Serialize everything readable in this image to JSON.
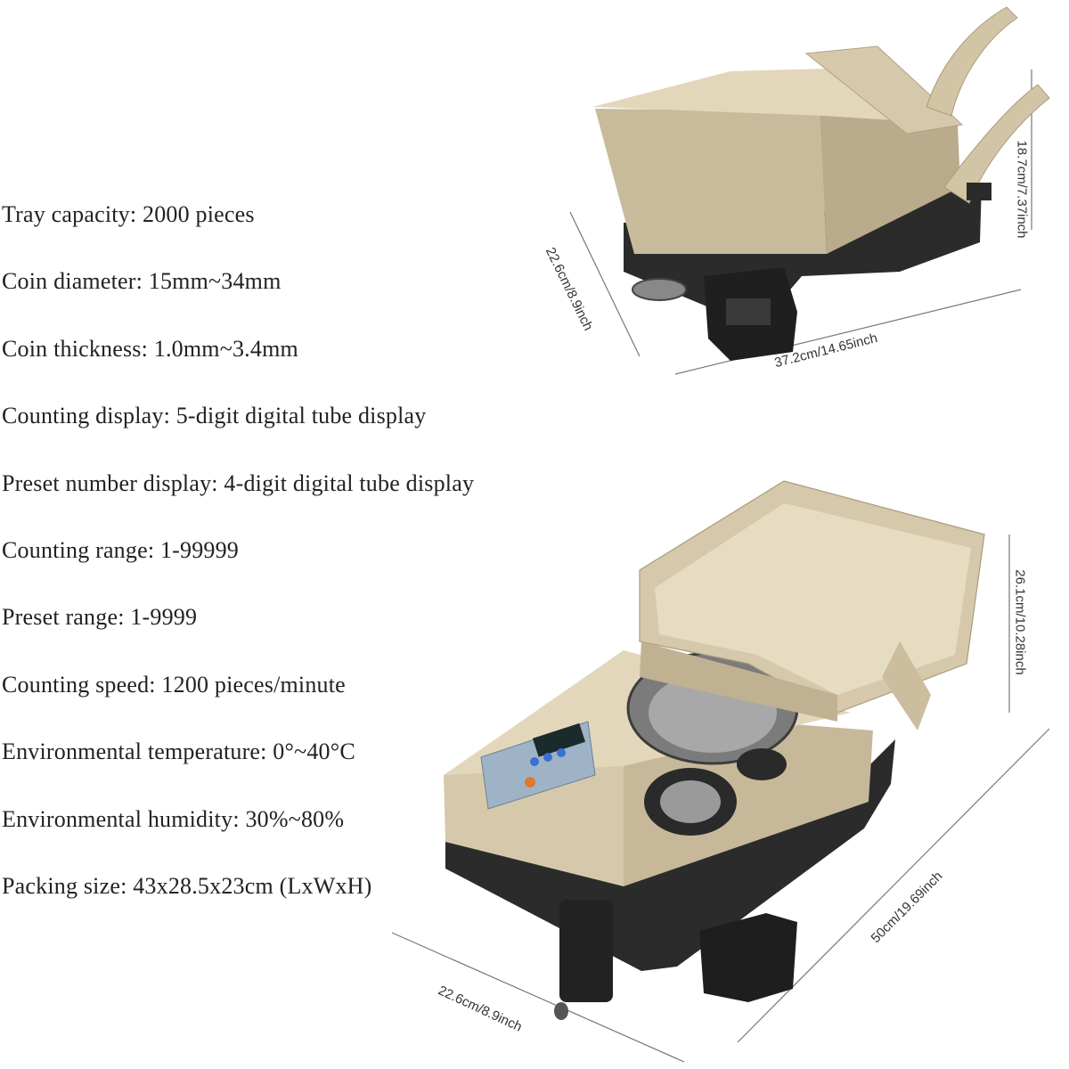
{
  "specs": [
    {
      "label": "Tray capacity",
      "value": "2000 pieces"
    },
    {
      "label": "Coin diameter",
      "value": "15mm~34mm"
    },
    {
      "label": "Coin thickness",
      "value": "1.0mm~3.4mm"
    },
    {
      "label": "Counting display",
      "value": "5-digit digital tube display"
    },
    {
      "label": "Preset number display",
      "value": "4-digit digital tube display"
    },
    {
      "label": "Counting range",
      "value": "1-99999"
    },
    {
      "label": "Preset range",
      "value": "1-9999"
    },
    {
      "label": "Counting speed",
      "value": "1200 pieces/minute"
    },
    {
      "label": "Environmental temperature",
      "value": "0°~40°C"
    },
    {
      "label": "Environmental humidity",
      "value": "30%~80%"
    },
    {
      "label": "Packing size",
      "value": "43x28.5x23cm (LxWxH)"
    }
  ],
  "dimensions": {
    "top_height": "18.7cm/7.37inch",
    "top_depth": "22.6cm/8.9inch",
    "top_width": "37.2cm/14.65inch",
    "bottom_height": "26.1cm/10.28inch",
    "bottom_width": "50cm/19.69inch",
    "bottom_depth": "22.6cm/8.9inch"
  },
  "colors": {
    "body": "#d6c9ab",
    "body_shadow": "#b9ab8b",
    "base": "#2b2b2b",
    "panel": "#9fb3c6"
  }
}
